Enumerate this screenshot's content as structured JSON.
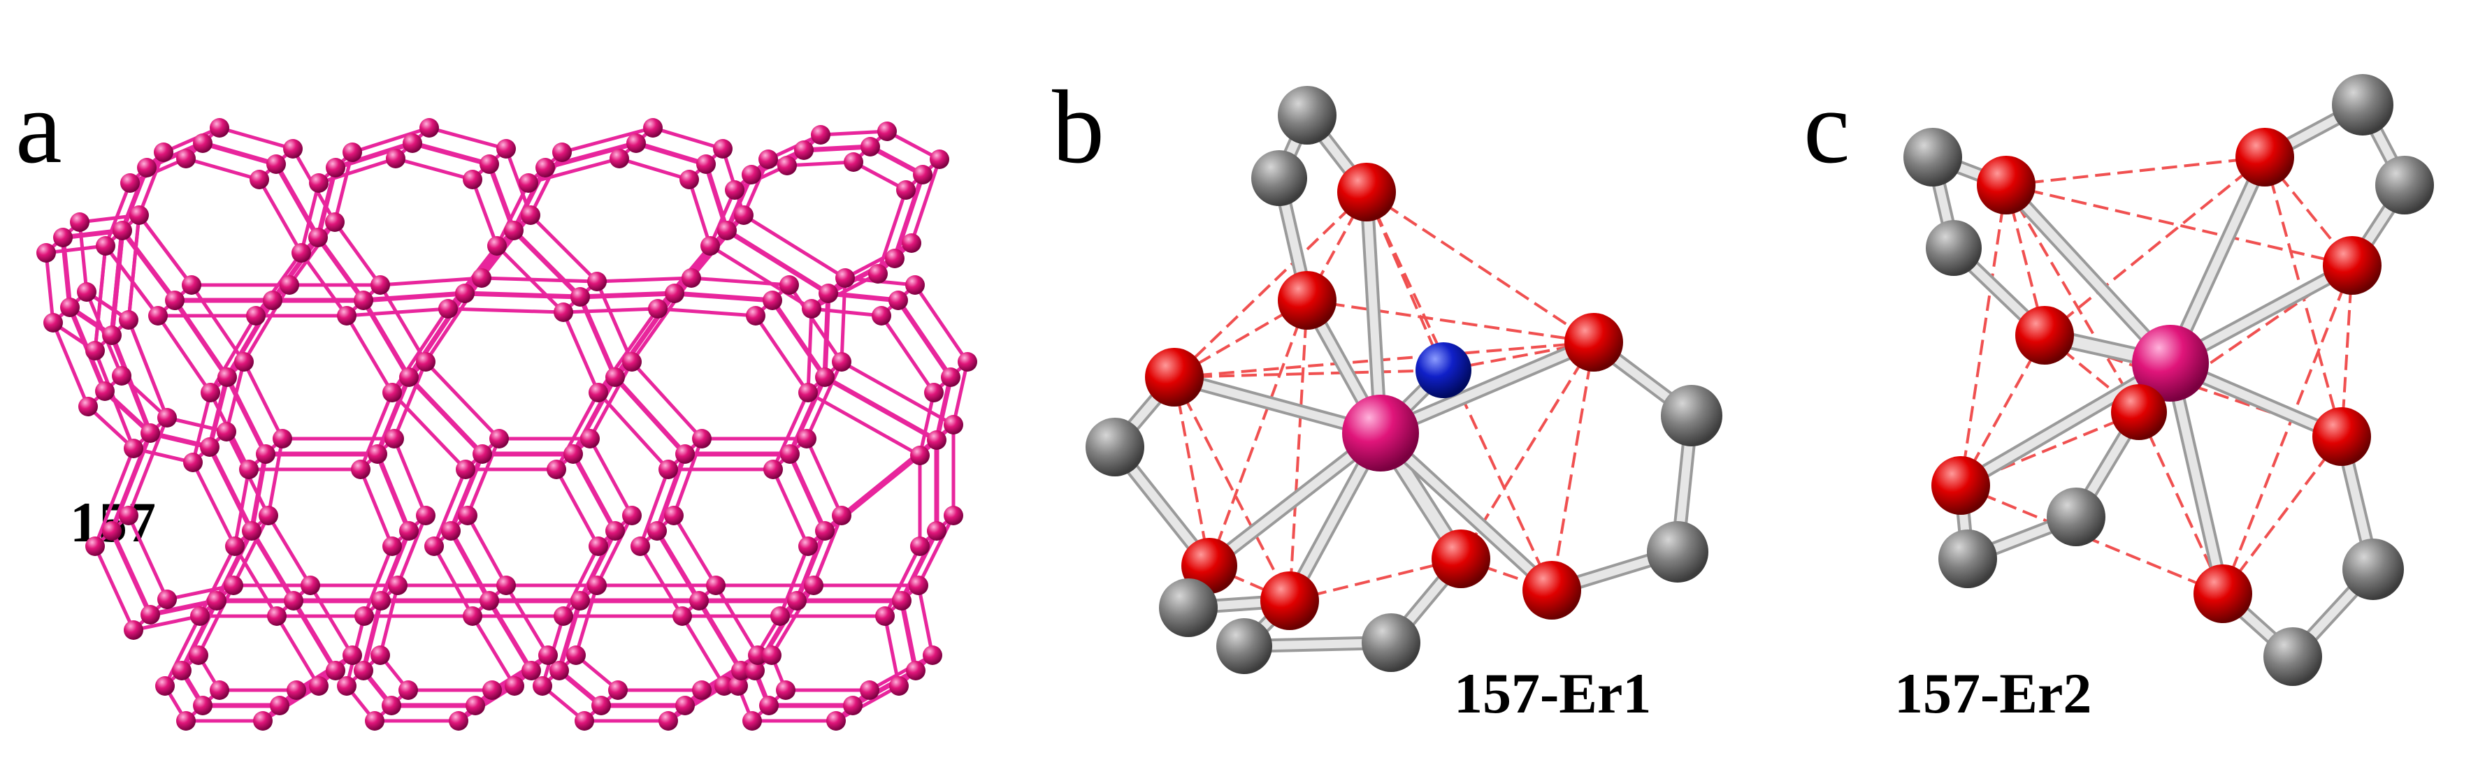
{
  "panels": [
    {
      "letter": "a",
      "caption": "157"
    },
    {
      "letter": "b",
      "caption": "157-Er1"
    },
    {
      "letter": "c",
      "caption": "157-Er2"
    }
  ],
  "colors": {
    "framework": "#e8259c",
    "framework_atom": "#d81b78",
    "erbium": "#e0157a",
    "oxygen": "#e00000",
    "carbon": "#777777",
    "nitrogen": "#1020c8",
    "bond": "#c8c8c8",
    "polyhedron_edge": "#f05050"
  }
}
